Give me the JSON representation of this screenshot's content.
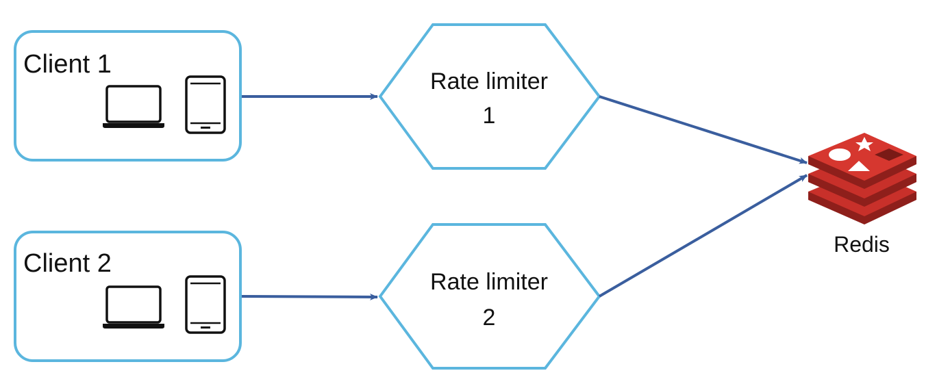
{
  "clients": [
    {
      "label": "Client 1"
    },
    {
      "label": "Client 2"
    }
  ],
  "rate_limiters": [
    {
      "line1": "Rate limiter",
      "line2": "1"
    },
    {
      "line1": "Rate limiter",
      "line2": "2"
    }
  ],
  "redis": {
    "label": "Redis"
  },
  "icons": [
    "laptop-icon",
    "tablet-icon",
    "redis-logo-icon"
  ],
  "colors": {
    "box_stroke": "#5BB6DE",
    "arrow": "#3A5E9E",
    "redis_red": "#C8302A",
    "redis_dark": "#8E1F1B",
    "icon": "#111111"
  }
}
